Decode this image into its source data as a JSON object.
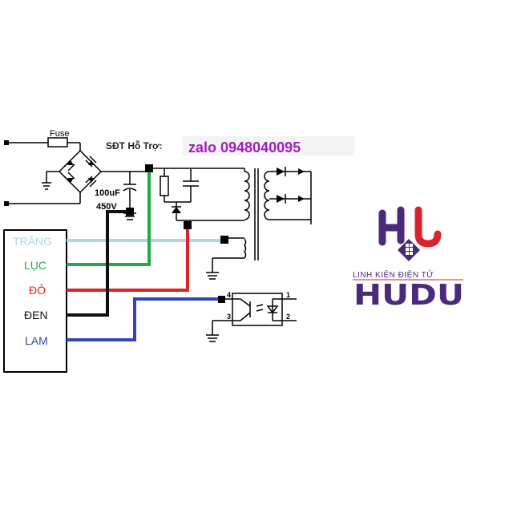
{
  "labels": {
    "fuse": "Fuse",
    "support_phone": "SĐT Hỗ Trợ:",
    "zalo": "zalo 0948040095",
    "capacitor_value": "100uF",
    "capacitor_voltage": "450V"
  },
  "connector": {
    "wires": [
      {
        "label": "TRẮNG",
        "color": "#add8e6"
      },
      {
        "label": "LỤC",
        "color": "#22aa44"
      },
      {
        "label": "ĐỎ",
        "color": "#dd2222"
      },
      {
        "label": "ĐEN",
        "color": "#111111"
      },
      {
        "label": "LAM",
        "color": "#3344bb"
      }
    ]
  },
  "optocoupler": {
    "pin1": "1",
    "pin2": "2",
    "pin3": "3",
    "pin4": "4"
  },
  "logo": {
    "tagline": "LINH KIỆN ĐIỆN TỬ",
    "brand": "HUDU",
    "colors": {
      "purple": "#4a2a7a",
      "red": "#d8232a"
    }
  }
}
